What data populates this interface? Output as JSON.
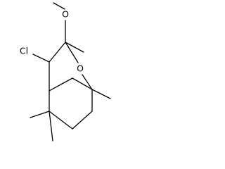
{
  "molecule": {
    "atoms": {
      "chlorine": "Cl",
      "ring_oxygen": "O",
      "methoxy_oxygen": "O"
    }
  },
  "colors": {
    "bond": "#000000",
    "text": "#000000",
    "background": "#ffffff"
  }
}
